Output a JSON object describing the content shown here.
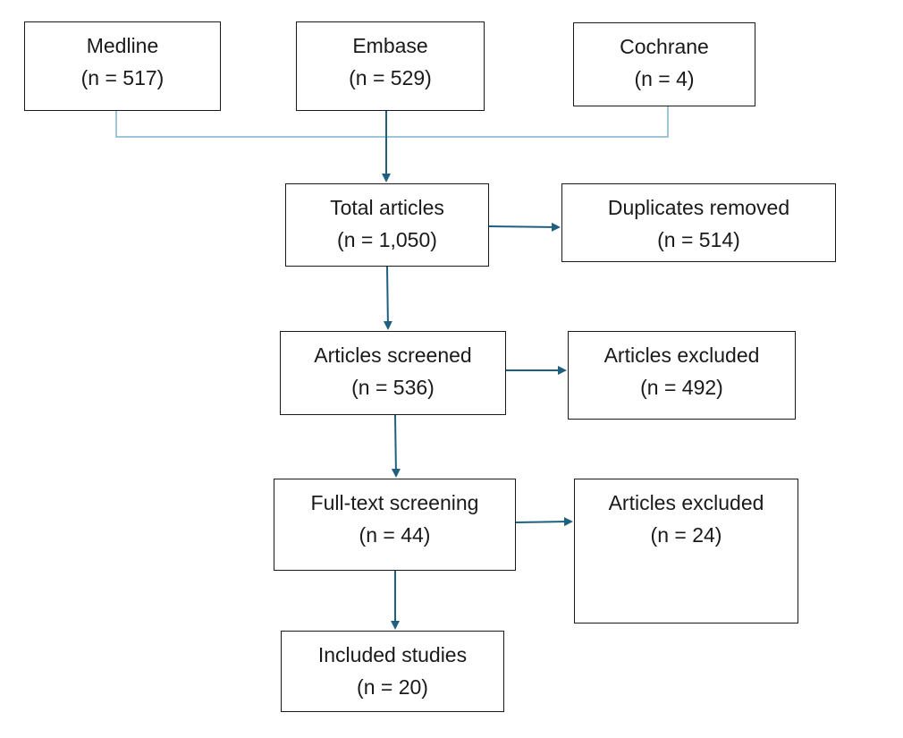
{
  "diagram": {
    "nodes": {
      "medline": {
        "label": "Medline",
        "count": "(n = 517)"
      },
      "embase": {
        "label": "Embase",
        "count": "(n = 529)"
      },
      "cochrane": {
        "label": "Cochrane",
        "count": "(n = 4)"
      },
      "total": {
        "label": "Total articles",
        "count": "(n = 1,050)"
      },
      "duplicates": {
        "label": "Duplicates removed",
        "count": "(n = 514)"
      },
      "screened": {
        "label": "Articles screened",
        "count": "(n = 536)"
      },
      "excluded1": {
        "label": "Articles excluded",
        "count": "(n = 492)"
      },
      "fulltext": {
        "label": "Full-text screening",
        "count": "(n = 44)"
      },
      "excluded2": {
        "label": "Articles excluded",
        "count": "(n = 24)"
      },
      "included": {
        "label": "Included studies",
        "count": "(n = 20)"
      }
    },
    "edges": [
      {
        "from": "medline",
        "to": "total"
      },
      {
        "from": "embase",
        "to": "total"
      },
      {
        "from": "cochrane",
        "to": "total"
      },
      {
        "from": "total",
        "to": "duplicates"
      },
      {
        "from": "total",
        "to": "screened"
      },
      {
        "from": "screened",
        "to": "excluded1"
      },
      {
        "from": "screened",
        "to": "fulltext"
      },
      {
        "from": "fulltext",
        "to": "excluded2"
      },
      {
        "from": "fulltext",
        "to": "included"
      }
    ],
    "colors": {
      "arrow": "#1f5f80",
      "bracket": "#7fb3c8",
      "border": "#1a1a1a"
    }
  }
}
